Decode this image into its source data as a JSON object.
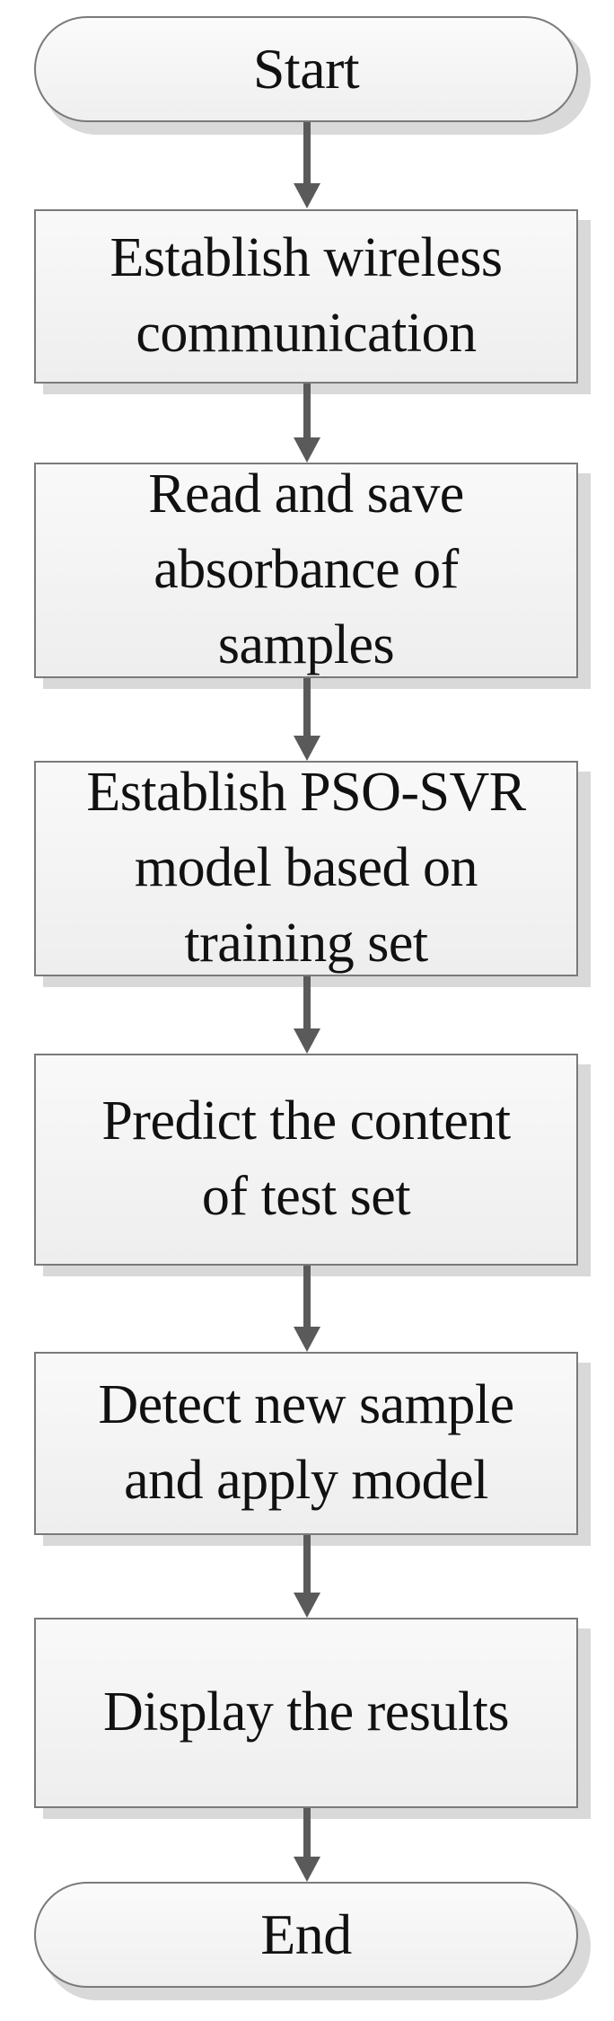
{
  "flowchart": {
    "start": "Start",
    "step1": [
      "Establish wireless",
      "communication"
    ],
    "step2": [
      "Read and save",
      "absorbance of",
      "samples"
    ],
    "step3": [
      "Establish PSO-SVR",
      "model based on",
      "training set"
    ],
    "step4": [
      "Predict the content",
      "of test set"
    ],
    "step5": [
      "Detect new sample",
      "and apply model"
    ],
    "step6": [
      "Display the results"
    ],
    "end": "End"
  },
  "colors": {
    "box_border": "#7a7a7a",
    "box_fill": "#f2f2f2",
    "shadow": "#d9d9d9",
    "arrow": "#5a5a5a"
  }
}
